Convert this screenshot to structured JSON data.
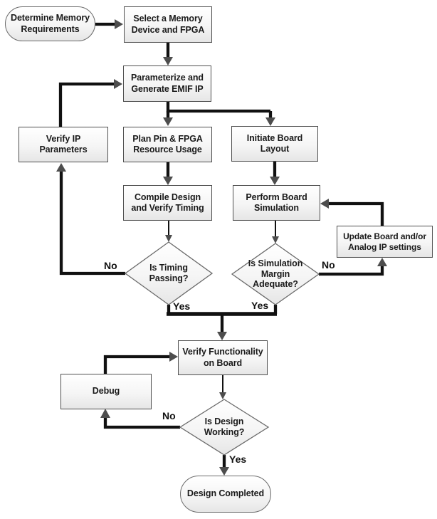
{
  "flowchart": {
    "nodes": {
      "determine_memory_requirements": "Determine Memory\nRequirements",
      "select_memory_device": "Select a Memory\nDevice and FPGA",
      "parameterize_generate_emif_ip": "Parameterize and\nGenerate EMIF IP",
      "verify_ip_parameters": "Verify IP\nParameters",
      "plan_pin_fpga_resource_usage": "Plan Pin & FPGA\nResource Usage",
      "initiate_board_layout": "Initiate Board\nLayout",
      "compile_design_verify_timing": "Compile Design\nand Verify Timing",
      "perform_board_simulation": "Perform Board\nSimulation",
      "update_board_analog_ip": "Update Board and/or\nAnalog IP settings",
      "is_timing_passing": "Is Timing\nPassing?",
      "is_simulation_margin_adequate": "Is Simulation\nMargin\nAdequate?",
      "verify_functionality_on_board": "Verify Functionality\non Board",
      "debug": "Debug",
      "is_design_working": "Is Design\nWorking?",
      "design_completed": "Design Completed"
    },
    "edge_labels": {
      "timing_no": "No",
      "timing_yes": "Yes",
      "simulation_no": "No",
      "simulation_yes": "Yes",
      "design_no": "No",
      "design_yes": "Yes"
    },
    "colors": {
      "background": "#ffffff",
      "line": "#111111",
      "arrowhead": "#4d4d4d",
      "node_border": "#4f4f4f",
      "node_fill_top": "#ffffff",
      "node_fill_bottom": "#e6e6e6",
      "text": "#1a1a1a"
    }
  }
}
